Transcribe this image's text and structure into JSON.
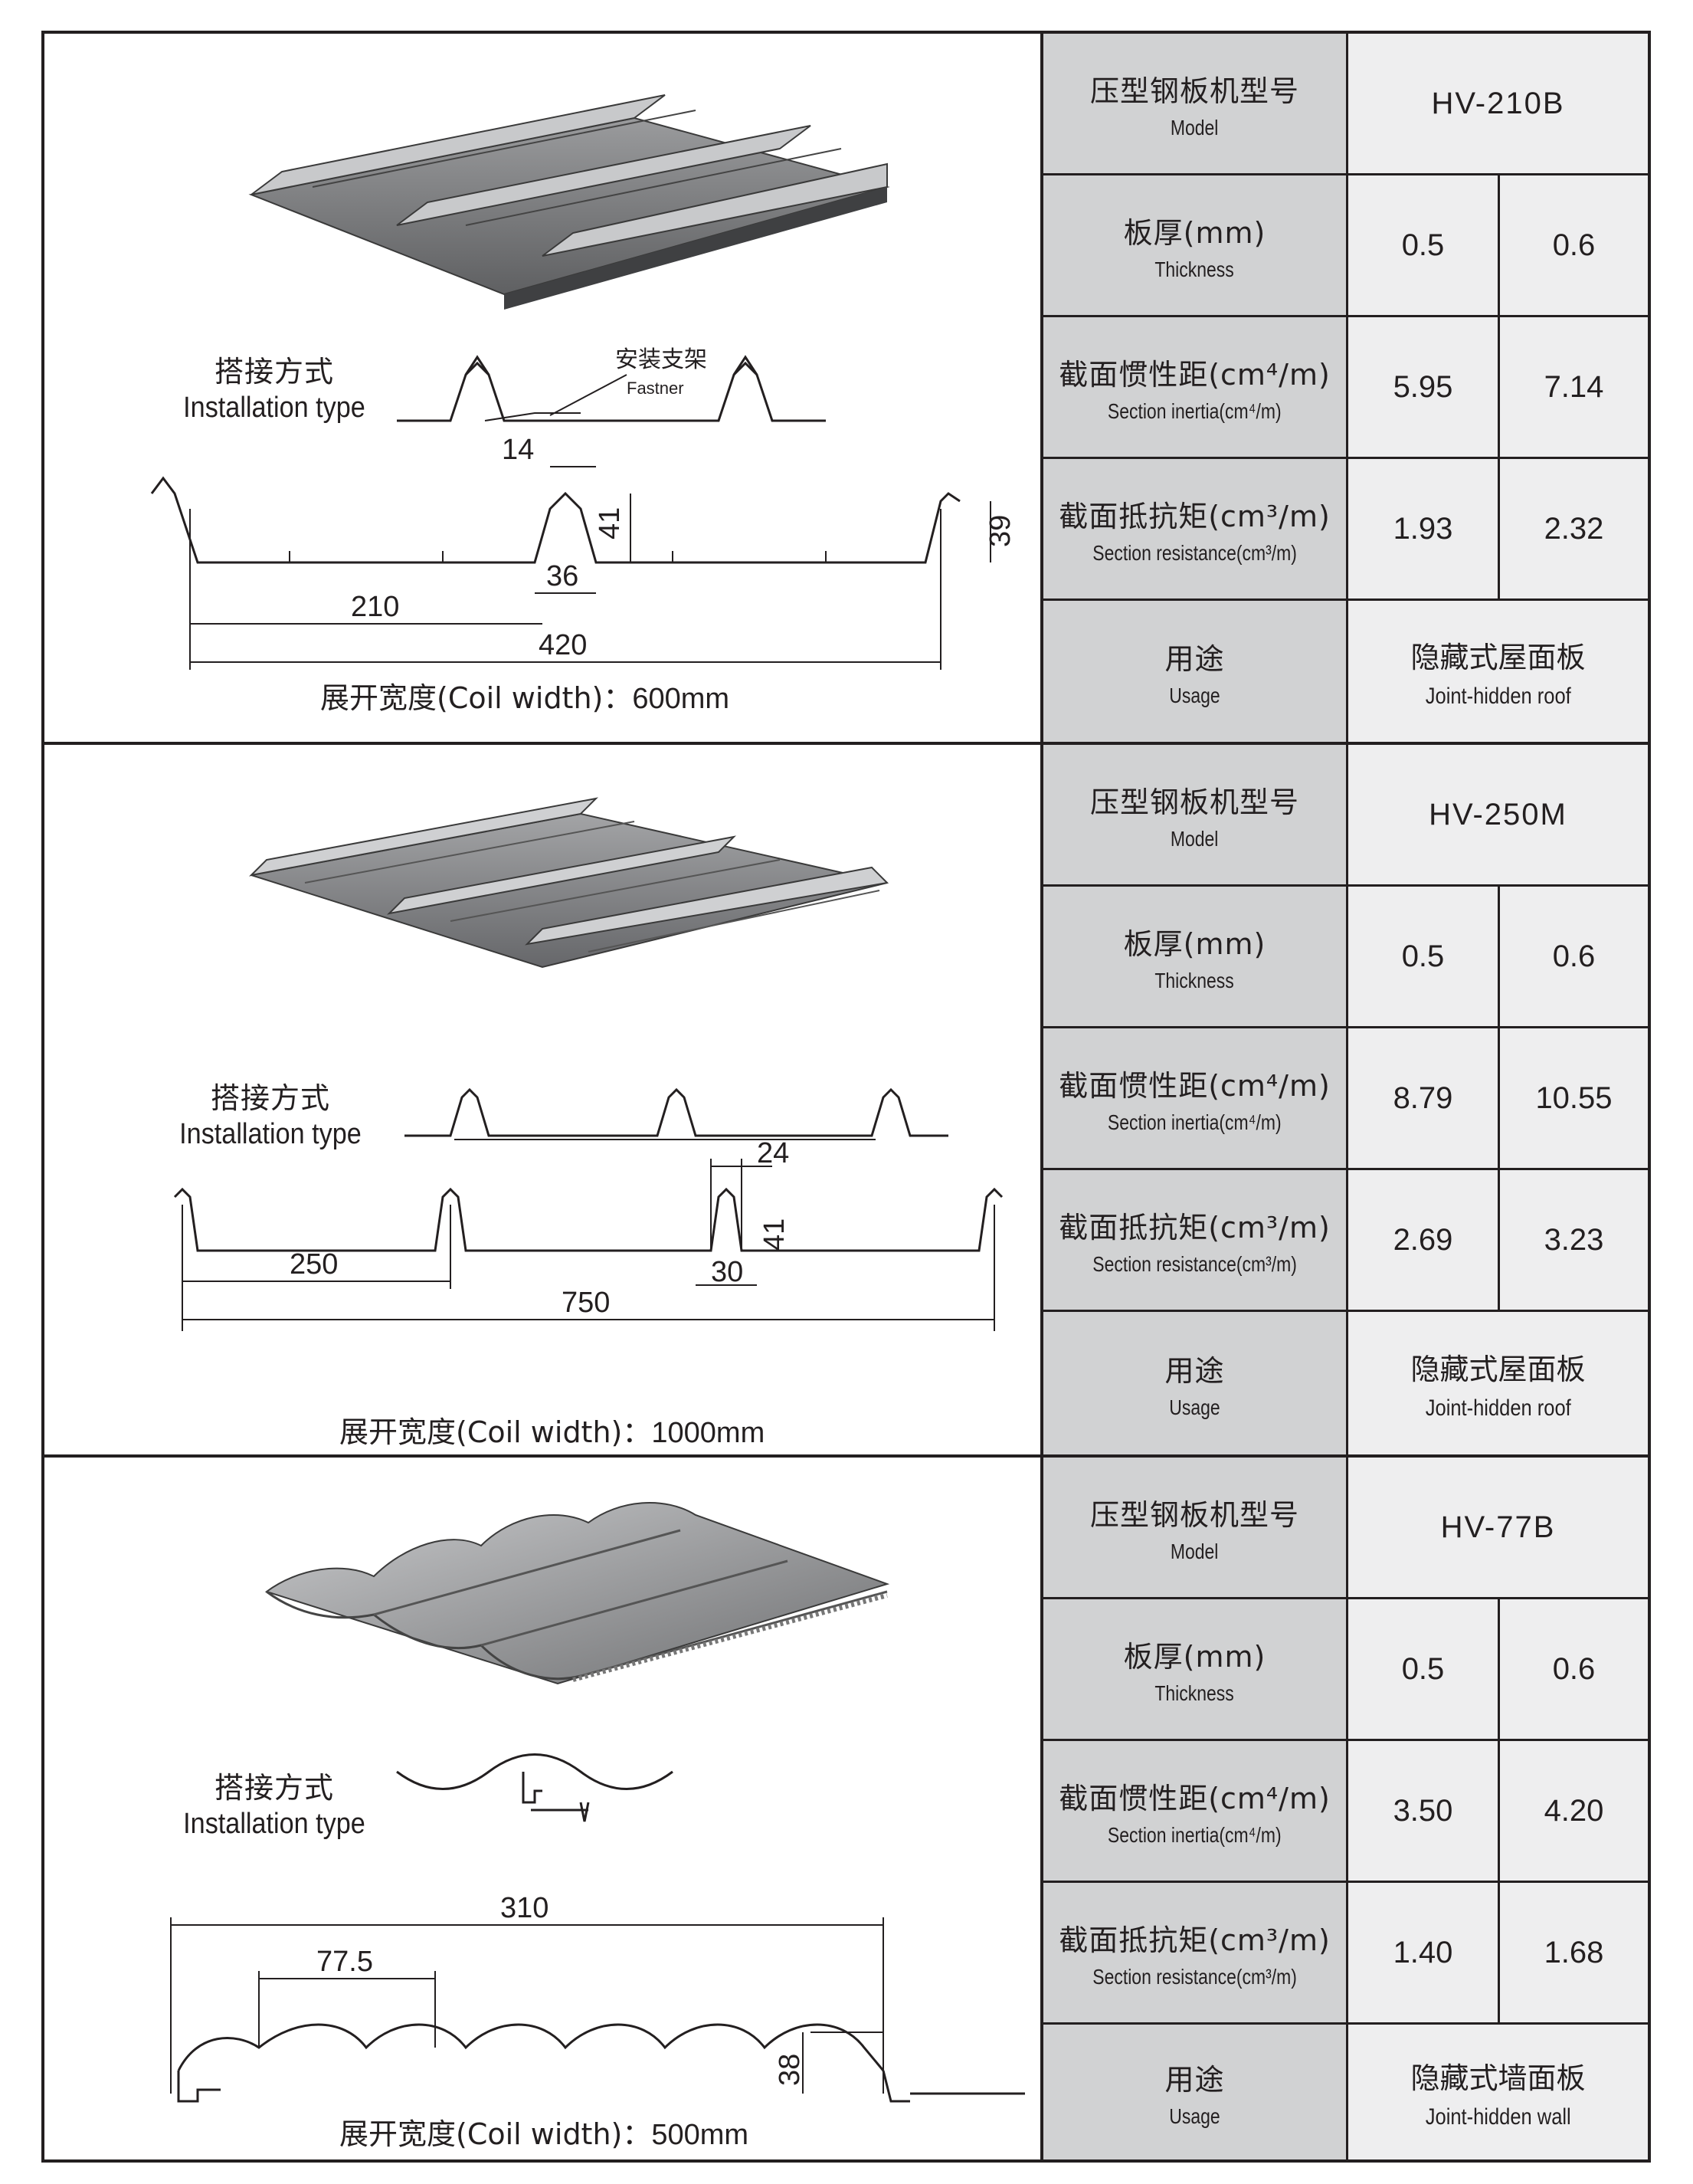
{
  "labels": {
    "model_zh": "压型钢板机型号",
    "model_en": "Model",
    "thickness_zh": "板厚(mm)",
    "thickness_en": "Thickness",
    "inertia_zh": "截面惯性距(cm⁴/m)",
    "inertia_en": "Section inertia(cm⁴/m)",
    "resistance_zh": "截面抵抗矩(cm³/m)",
    "resistance_en": "Section resistance(cm³/m)",
    "usage_zh": "用途",
    "usage_en": "Usage",
    "install_zh": "搭接方式",
    "install_en": "Installation type",
    "fastner_zh": "安装支架",
    "fastner_en": "Fastner"
  },
  "products": [
    {
      "model": "HV-210B",
      "thickness": [
        "0.5",
        "0.6"
      ],
      "inertia": [
        "5.95",
        "7.14"
      ],
      "resistance": [
        "1.93",
        "2.32"
      ],
      "usage_zh": "隐藏式屋面板",
      "usage_en": "Joint-hidden roof",
      "coil_label": "展开宽度(Coil width)：",
      "coil_value": "600mm",
      "dims": [
        "14",
        "41",
        "39",
        "36",
        "210",
        "420"
      ]
    },
    {
      "model": "HV-250M",
      "thickness": [
        "0.5",
        "0.6"
      ],
      "inertia": [
        "8.79",
        "10.55"
      ],
      "resistance": [
        "2.69",
        "3.23"
      ],
      "usage_zh": "隐藏式屋面板",
      "usage_en": "Joint-hidden roof",
      "coil_label": "展开宽度(Coil width)：",
      "coil_value": "1000mm",
      "dims": [
        "24",
        "41",
        "30",
        "250",
        "750"
      ]
    },
    {
      "model": "HV-77B",
      "thickness": [
        "0.5",
        "0.6"
      ],
      "inertia": [
        "3.50",
        "4.20"
      ],
      "resistance": [
        "1.40",
        "1.68"
      ],
      "usage_zh": "隐藏式墙面板",
      "usage_en": "Joint-hidden wall",
      "coil_label": "展开宽度(Coil width)：",
      "coil_value": "500mm",
      "dims": [
        "310",
        "77.5",
        "38"
      ]
    }
  ]
}
